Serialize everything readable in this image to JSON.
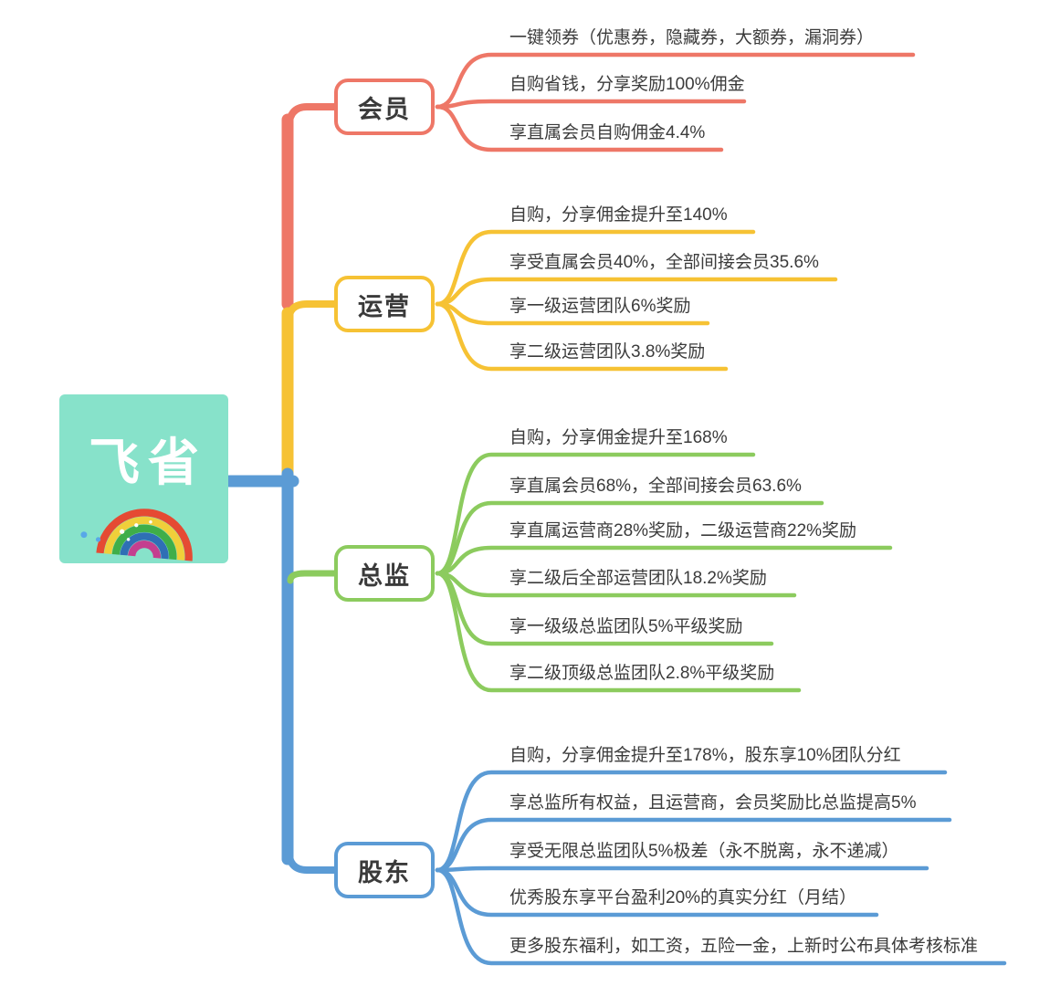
{
  "logo": {
    "name": "飞省",
    "bg_color": "#87e2ca"
  },
  "branches": [
    {
      "id": "member",
      "label": "会员",
      "color": "#ee7767",
      "leaves": [
        "一键领券（优惠券，隐藏券，大额券，漏洞券）",
        "自购省钱，分享奖励100%佣金",
        "享直属会员自购佣金4.4%"
      ]
    },
    {
      "id": "operation",
      "label": "运营",
      "color": "#f6c234",
      "leaves": [
        "自购，分享佣金提升至140%",
        "享受直属会员40%，全部间接会员35.6%",
        "享一级运营团队6%奖励",
        "享二级运营团队3.8%奖励"
      ]
    },
    {
      "id": "director",
      "label": "总监",
      "color": "#8ccb5e",
      "leaves": [
        "自购，分享佣金提升至168%",
        "享直属会员68%，全部间接会员63.6%",
        "享直属运营商28%奖励，二级运营商22%奖励",
        "享二级后全部运营团队18.2%奖励",
        "享一级级总监团队5%平级奖励",
        "享二级顶级总监团队2.8%平级奖励"
      ]
    },
    {
      "id": "shareholder",
      "label": "股东",
      "color": "#5b9bd5",
      "leaves": [
        "自购，分享佣金提升至178%，股东享10%团队分红",
        "享总监所有权益，且运营商，会员奖励比总监提高5%",
        "享受无限总监团队5%极差（永不脱离，永不递减）",
        "优秀股东享平台盈利20%的真实分红（月结）",
        "更多股东福利，如工资，五险一金，上新时公布具体考核标准"
      ]
    }
  ],
  "rainbow_colors": [
    "#e54a33",
    "#f0cf3a",
    "#3fae49",
    "#2f6fb5",
    "#c43f8f"
  ]
}
